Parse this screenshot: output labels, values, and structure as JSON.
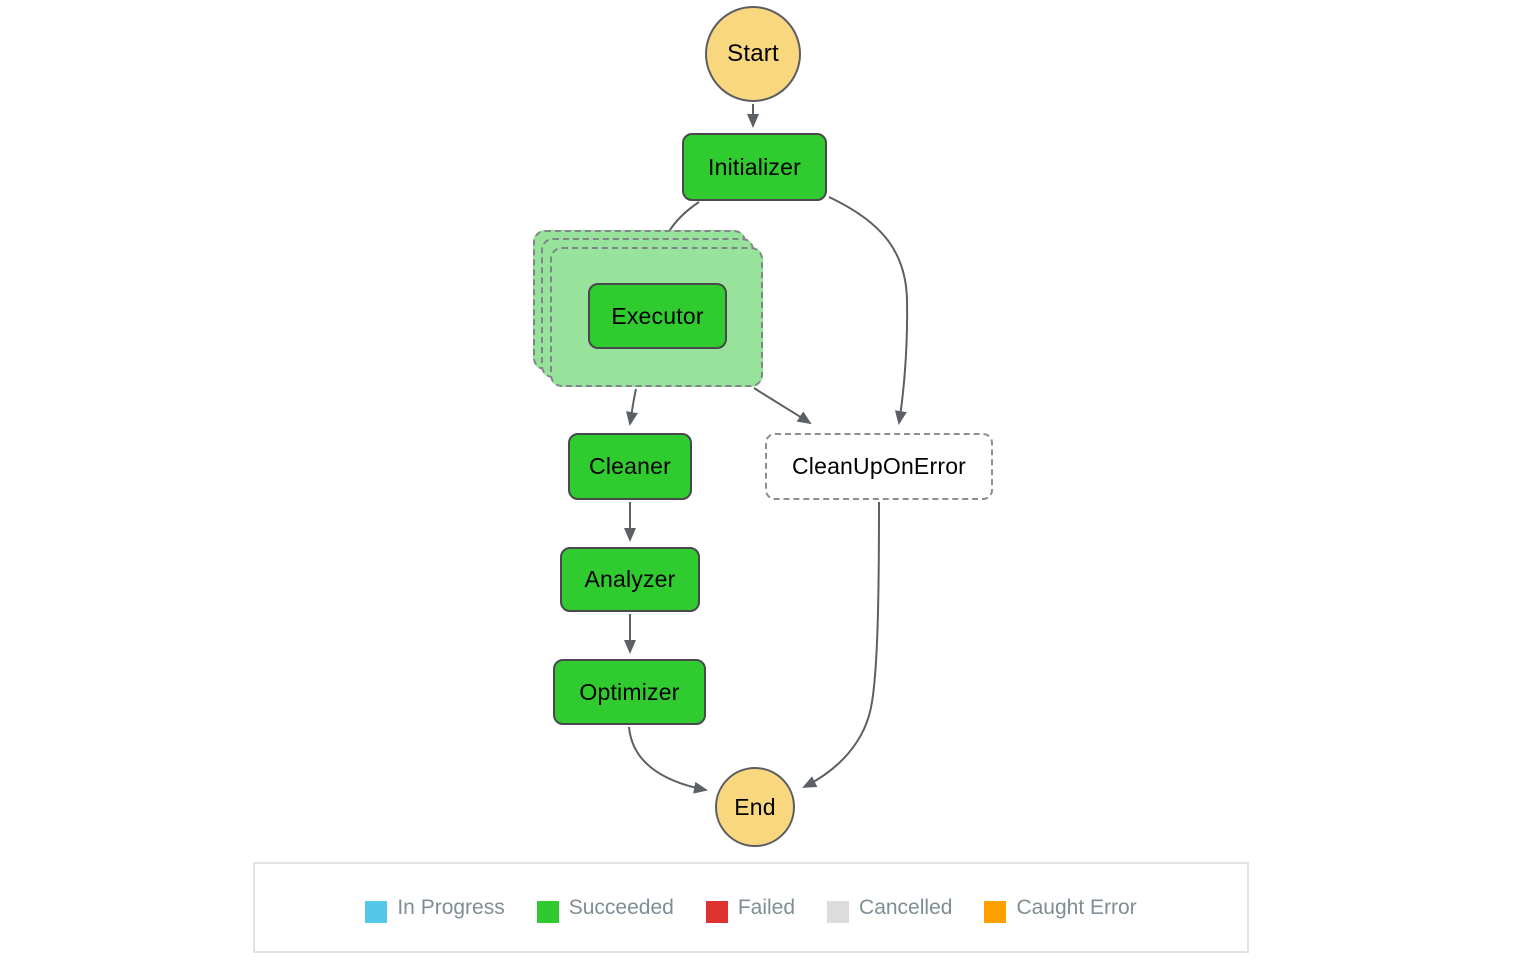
{
  "diagram": {
    "title": "state-machine-execution-graph",
    "nodes": {
      "start": {
        "label": "Start"
      },
      "initializer": {
        "label": "Initializer",
        "status": "succeeded"
      },
      "executor": {
        "label": "Executor",
        "status": "succeeded"
      },
      "cleaner": {
        "label": "Cleaner",
        "status": "succeeded"
      },
      "analyzer": {
        "label": "Analyzer",
        "status": "succeeded"
      },
      "optimizer": {
        "label": "Optimizer",
        "status": "succeeded"
      },
      "cleanup_on_error": {
        "label": "CleanUpOnError",
        "status": "not-executed"
      },
      "end": {
        "label": "End"
      }
    },
    "edges": [
      {
        "from": "Start",
        "to": "Initializer"
      },
      {
        "from": "Initializer",
        "to": "Executor"
      },
      {
        "from": "Initializer",
        "to": "CleanUpOnError"
      },
      {
        "from": "Executor",
        "to": "Cleaner"
      },
      {
        "from": "Executor",
        "to": "CleanUpOnError"
      },
      {
        "from": "Cleaner",
        "to": "Analyzer"
      },
      {
        "from": "Analyzer",
        "to": "Optimizer"
      },
      {
        "from": "Optimizer",
        "to": "End"
      },
      {
        "from": "CleanUpOnError",
        "to": "End"
      }
    ]
  },
  "colors": {
    "terminal_fill": "#f9d77e",
    "succeeded_fill": "#2fcb2f",
    "map_fill": "#97e39b",
    "not_executed_fill": "#ffffff",
    "edge": "#5b6066"
  },
  "legend": {
    "items": [
      {
        "label": "In Progress",
        "color": "#55c7e9"
      },
      {
        "label": "Succeeded",
        "color": "#2fc92f"
      },
      {
        "label": "Failed",
        "color": "#dd3330"
      },
      {
        "label": "Cancelled",
        "color": "#dcdcdc"
      },
      {
        "label": "Caught Error",
        "color": "#ffa000"
      }
    ]
  }
}
